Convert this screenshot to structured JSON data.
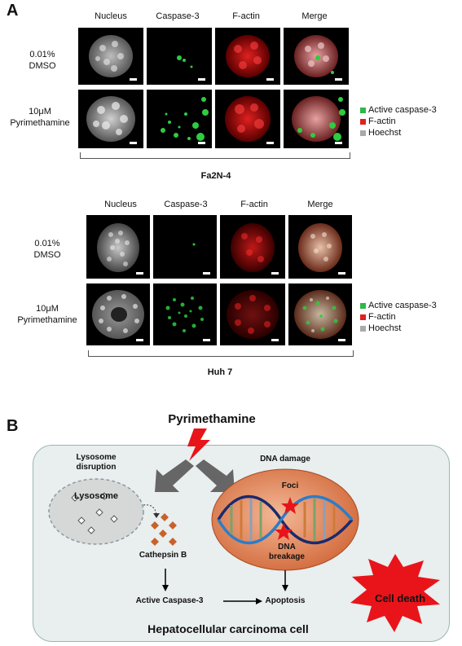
{
  "panel_a": {
    "label": "A",
    "group1": {
      "columns": [
        "Nucleus",
        "Caspase-3",
        "F-actin",
        "Merge"
      ],
      "rows": [
        {
          "line1": "0.01%",
          "line2": "DMSO"
        },
        {
          "line1": "10μM",
          "line2": "Pyrimethamine"
        }
      ],
      "caption": "Fa2N-4"
    },
    "group2": {
      "columns": [
        "Nucleus",
        "Caspase-3",
        "F-actin",
        "Merge"
      ],
      "rows": [
        {
          "line1": "0.01%",
          "line2": "DMSO"
        },
        {
          "line1": "10μM",
          "line2": "Pyrimethamine"
        }
      ],
      "caption": "Huh 7"
    },
    "legend": [
      {
        "label": "Active caspase-3",
        "color": "#2db84a"
      },
      {
        "label": "F-actin",
        "color": "#e0211c"
      },
      {
        "label": "Hoechst",
        "color": "#aaaaaa"
      }
    ]
  },
  "panel_b": {
    "label": "B",
    "drug": "Pyrimethamine",
    "lysosome_title_line1": "Lysosome",
    "lysosome_title_line2": "disruption",
    "lysosome": "Lysosome",
    "cathepsin": "Cathepsin B",
    "dna_damage": "DNA damage",
    "foci": "Foci",
    "dna_breakage_line1": "DNA",
    "dna_breakage_line2": "breakage",
    "active_caspase": "Active Caspase-3",
    "apoptosis": "Apoptosis",
    "cell_death": "Cell death",
    "cell_label": "Hepatocellular carcinoma cell"
  }
}
